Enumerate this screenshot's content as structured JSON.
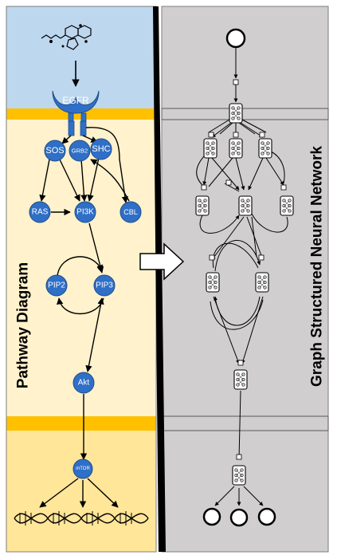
{
  "pathway": {
    "title": "Pathway Diagram",
    "receptor": "EGFR",
    "nodes": {
      "sos": "SOS",
      "grb2": "GRB2",
      "shc": "SHC",
      "ras": "RAS",
      "pi3k": "PI3K",
      "cbl": "CBL",
      "pip2": "PIP2",
      "pip3": "PIP3",
      "akt": "Akt",
      "mtor": "mTOR"
    }
  },
  "network": {
    "title": "Graph Structured Neural Network"
  },
  "colors": {
    "extracellular": "#bdd7ee",
    "membrane": "#ffc000",
    "cytoplasm": "#fff2cc",
    "nucleus": "#ffe699",
    "node_fill": "#2f6fc7",
    "node_stroke": "#1f4e8c",
    "panel_gray": "#d0cece",
    "divider": "#000000"
  },
  "icons": [
    "ligand-molecule-icon",
    "dna-helix-icon",
    "right-arrow-icon",
    "input-node-icon",
    "output-node-icon",
    "neural-module-icon"
  ]
}
